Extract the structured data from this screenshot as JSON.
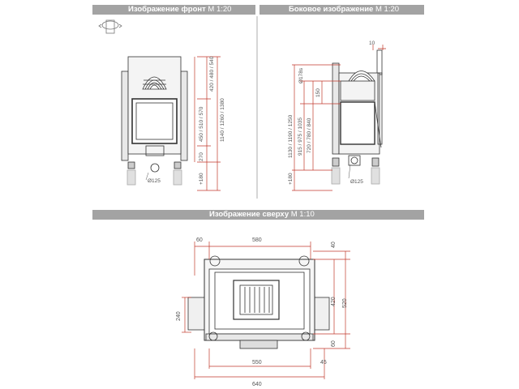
{
  "headers": {
    "front": {
      "title": "Изображение фронт",
      "scale": "М 1:20"
    },
    "side": {
      "title": "Боковое изображение",
      "scale": "М 1:20"
    },
    "top": {
      "title": "Изображение сверху",
      "scale": "М 1:10"
    }
  },
  "front": {
    "dims_right": [
      "420 / 480 / 540",
      "1140 / 1260 / 1380",
      "450 / 510 / 570",
      "270",
      "+180"
    ],
    "flue": "Ø125"
  },
  "side": {
    "top_dim": "10",
    "flue_top": "Ø178s",
    "dims_left": [
      "1130 / 1190 / 1250",
      "915 / 975 / 1035",
      "720 / 780 / 840",
      "150",
      "+180"
    ],
    "flue": "Ø125"
  },
  "top": {
    "dims_top": [
      "60",
      "580",
      "40"
    ],
    "dims_right": [
      "420",
      "520",
      "60"
    ],
    "dims_left": [
      "240"
    ],
    "dims_bottom": [
      "550",
      "45",
      "640"
    ]
  },
  "colors": {
    "band": "#a3a3a3",
    "dimension": "#c0392b",
    "line": "#333333"
  }
}
